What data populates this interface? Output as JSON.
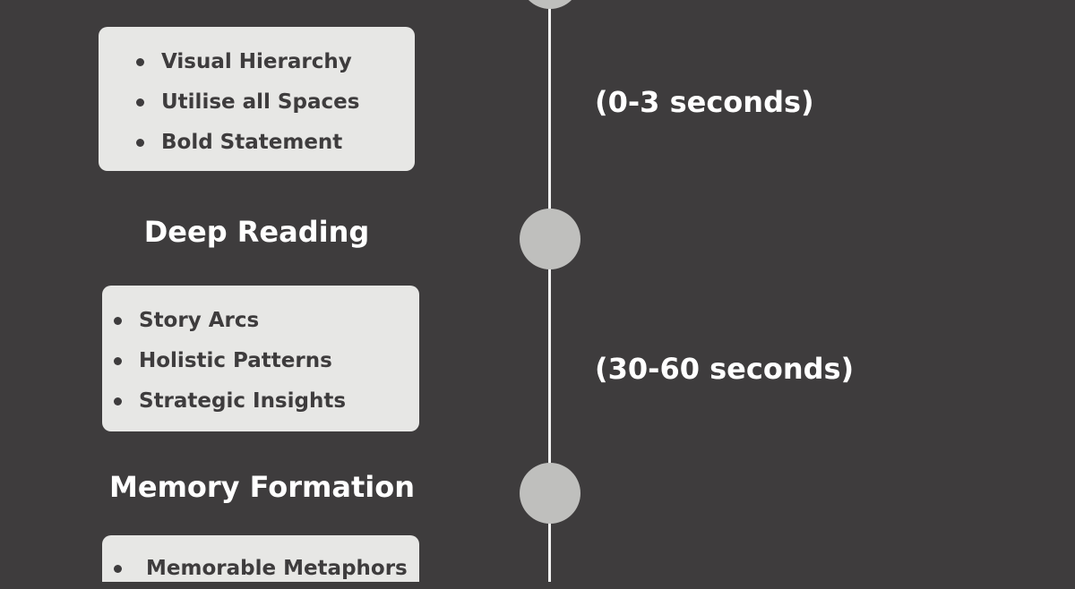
{
  "colors": {
    "background": "#3e3c3d",
    "line": "#f2f2f2",
    "node": "#bfbfbd",
    "card": "#e7e7e5",
    "card_text": "#3e3c3d",
    "title_text": "#ffffff"
  },
  "stages": [
    {
      "items": [
        "Visual Hierarchy",
        "Utilise all Spaces",
        "Bold Statement"
      ],
      "duration": "(0-3 seconds)"
    },
    {
      "title": "Deep Reading",
      "items": [
        "Story Arcs",
        "Holistic Patterns",
        "Strategic Insights"
      ],
      "duration": "(30-60 seconds)"
    },
    {
      "title": "Memory Formation",
      "items": [
        "Memorable Metaphors"
      ]
    }
  ]
}
